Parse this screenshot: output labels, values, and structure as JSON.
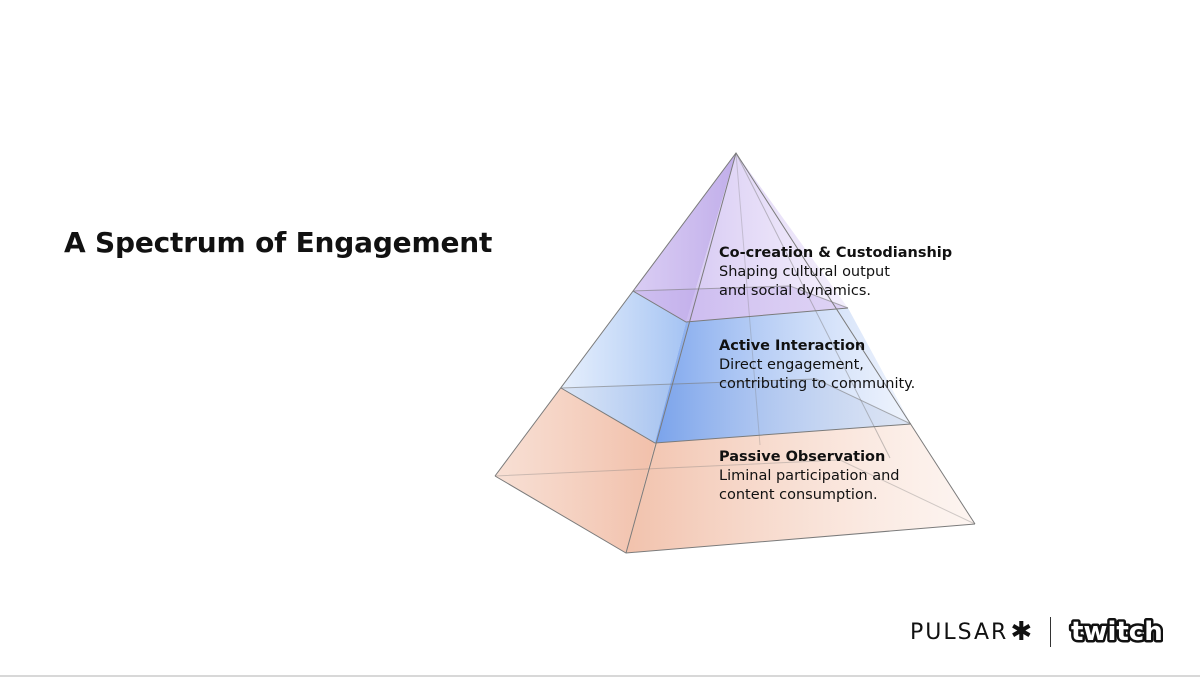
{
  "title": "A Spectrum of Engagement",
  "tiers": [
    {
      "heading": "Co-creation & Custodianship",
      "lines": [
        "Shaping cultural output",
        "and social dynamics."
      ],
      "color": "#b9a4e6"
    },
    {
      "heading": "Active Interaction",
      "lines": [
        "Direct engagement,",
        "contributing to community."
      ],
      "color": "#7aa6ee"
    },
    {
      "heading": "Passive Observation",
      "lines": [
        "Liminal participation and",
        "content consumption."
      ],
      "color": "#efb59c"
    }
  ],
  "logos": {
    "pulsar": "PULSAR",
    "twitch": "twitch"
  },
  "colors": {
    "edge": "#7b7b7b",
    "top_tier": "#b9a4e6",
    "middle_tier": "#7aa6ee",
    "bottom_tier": "#efb59c"
  }
}
